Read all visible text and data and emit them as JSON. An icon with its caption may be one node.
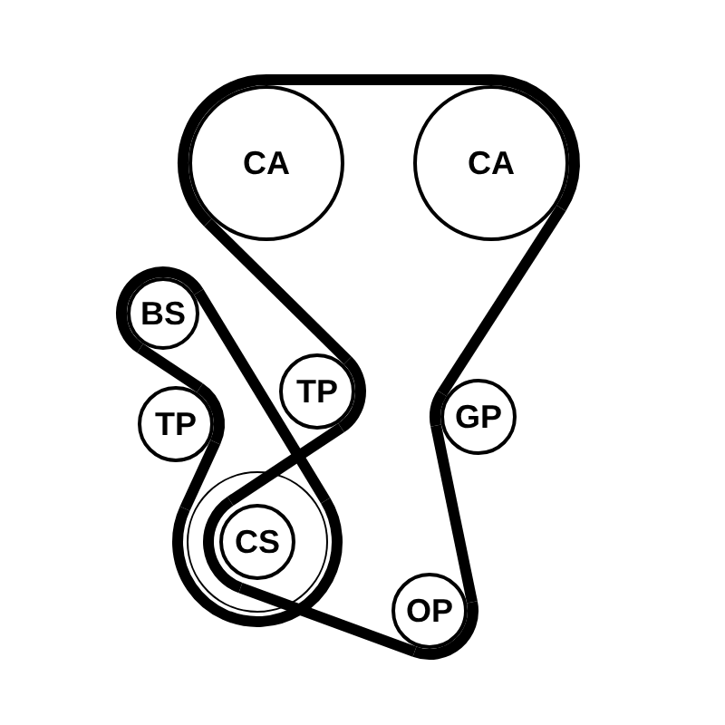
{
  "diagram": {
    "nodes": [
      {
        "text": [
          "CA"
        ]
      },
      {
        "text": [
          "CA"
        ]
      },
      {
        "text": [
          "BS"
        ]
      },
      {
        "text": [
          "TP"
        ]
      },
      {
        "text": [
          "TP"
        ]
      },
      {
        "text": [
          "GP"
        ]
      },
      {
        "text": [],
        "shape": "circle"
      },
      {
        "text": [
          "CS"
        ],
        "in": 6
      },
      {
        "text": [
          "OP"
        ]
      }
    ],
    "edges": [
      {
        "from": 0,
        "to": 1,
        "arrow": "none"
      },
      {
        "from": 1,
        "to": 5,
        "arrow": "none"
      },
      {
        "from": 5,
        "to": 8,
        "arrow": "none"
      },
      {
        "from": 8,
        "to": 7,
        "arrow": "none"
      },
      {
        "from": 7,
        "to": 4,
        "arrow": "none"
      },
      {
        "from": 4,
        "to": 0,
        "arrow": "none"
      },
      {
        "from": 6,
        "to": 2,
        "arrow": "none"
      },
      {
        "from": 2,
        "to": 3,
        "arrow": "none"
      },
      {
        "from": 3,
        "to": 6,
        "arrow": "none"
      }
    ]
  }
}
